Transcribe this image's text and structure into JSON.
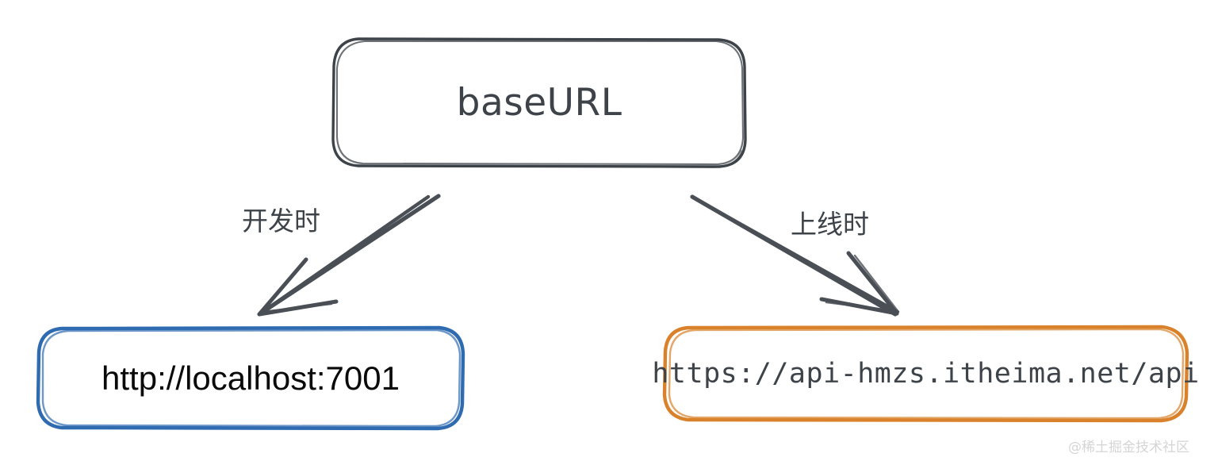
{
  "diagram": {
    "title": "baseURL environment diagram",
    "background_color": "#ffffff",
    "root": {
      "label": "baseURL",
      "stroke_color": "#3d4349"
    },
    "branches": [
      {
        "edge_label": "开发时",
        "node_label": "http://localhost:7001",
        "stroke_color": "#2f6bb0",
        "text_color": "#0a0a0a"
      },
      {
        "edge_label": "上线时",
        "node_label": "https://api-hmzs.itheima.net/api",
        "stroke_color": "#d9822b",
        "text_color": "#3d4349"
      }
    ]
  },
  "watermark": {
    "text": "@稀土掘金技术社区"
  }
}
